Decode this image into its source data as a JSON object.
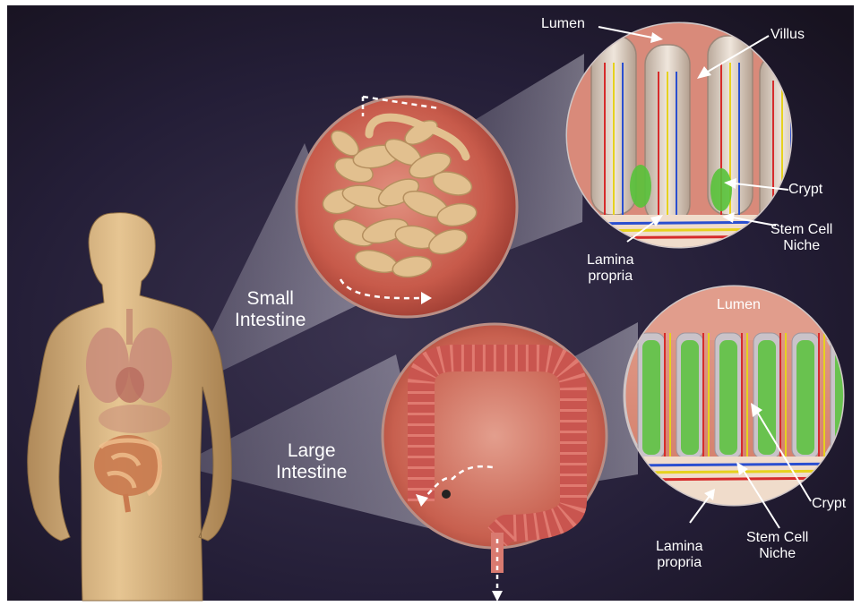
{
  "colors": {
    "background": "#231c35",
    "skin": "#e3c08e",
    "mucosa": "#c8564c",
    "intestine_loops": "#e3c290",
    "colon": "#c9554f",
    "crypt_green": "#58c23a",
    "vessel_red": "#d62b2b",
    "vessel_blue": "#2a4fd0",
    "vessel_yellow": "#e6d21e"
  },
  "labels": {
    "small_intestine": [
      "Small",
      "Intestine"
    ],
    "large_intestine": [
      "Large",
      "Intestine"
    ],
    "si_lumen": "Lumen",
    "si_villus": "Villus",
    "si_crypt": "Crypt",
    "si_stem_cell_niche": [
      "Stem Cell",
      "Niche"
    ],
    "si_lamina_propria": [
      "Lamina",
      "propria"
    ],
    "li_lumen": "Lumen",
    "li_crypt": "Crypt",
    "li_stem_cell_niche": [
      "Stem Cell",
      "Niche"
    ],
    "li_lamina_propria": [
      "Lamina",
      "propria"
    ]
  }
}
